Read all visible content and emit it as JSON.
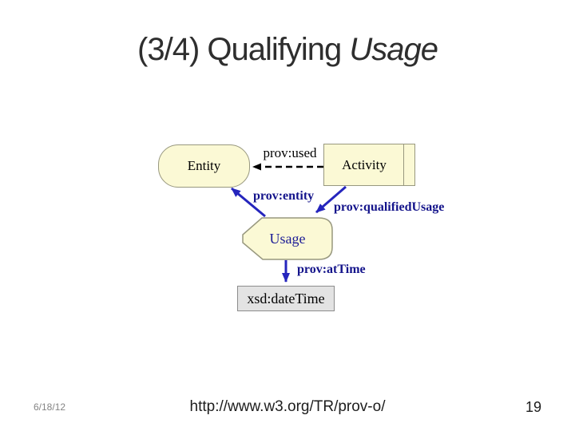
{
  "slide": {
    "title": {
      "prefix": "(3/4) Qualifying ",
      "emphasis": "Usage"
    }
  },
  "diagram": {
    "nodes": [
      {
        "id": "entity",
        "label": "Entity",
        "shape": "rounded-rectangle",
        "fill": "#FBF9D5"
      },
      {
        "id": "activity",
        "label": "Activity",
        "shape": "rectangle-with-side-bar",
        "fill": "#FBF9D5"
      },
      {
        "id": "usage",
        "label": "Usage",
        "shape": "pointed-left-rounded-right",
        "fill": "#FBF9D5"
      },
      {
        "id": "datetime",
        "label": "xsd:dateTime",
        "shape": "rectangle",
        "fill": "#E3E3E3"
      }
    ],
    "edges": [
      {
        "label": "prov:used",
        "from": "activity",
        "to": "entity",
        "style": "dashed",
        "color": "#000000"
      },
      {
        "label": "prov:entity",
        "from": "usage",
        "to": "entity",
        "style": "solid",
        "color": "#2525BD"
      },
      {
        "label": "prov:qualifiedUsage",
        "from": "activity",
        "to": "usage",
        "style": "solid",
        "color": "#2525BD"
      },
      {
        "label": "prov:atTime",
        "from": "usage",
        "to": "datetime",
        "style": "solid",
        "color": "#2525BD"
      }
    ],
    "colors": {
      "node_fill": "#FBF9D5",
      "node_border": "#98987F",
      "datetime_fill": "#E3E3E3",
      "arrow_blue": "#2525BD",
      "arrow_black": "#000000",
      "label_navy": "#14148B"
    }
  },
  "footer": {
    "date": "6/18/12",
    "url": "http://www.w3.org/TR/prov-o/",
    "page_number": "19"
  }
}
